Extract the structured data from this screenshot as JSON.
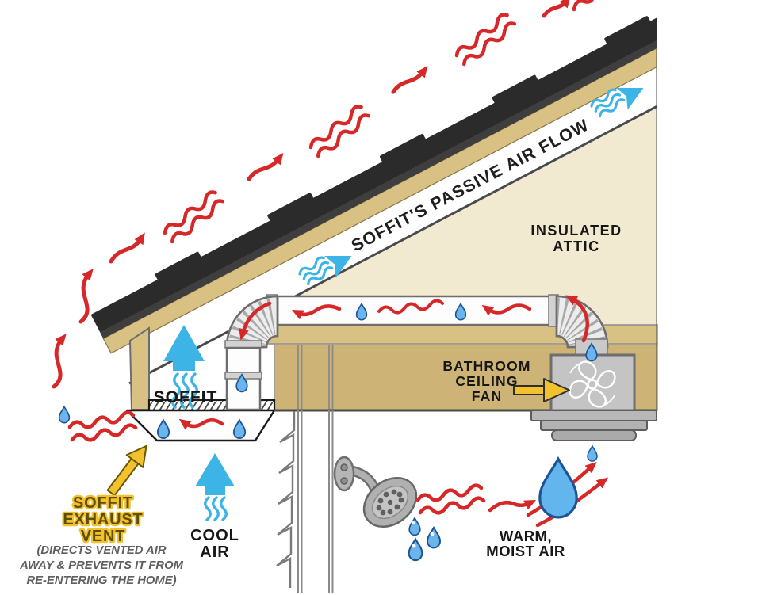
{
  "diagram": {
    "title_along_roof": "SOFFIT'S PASSIVE AIR FLOW",
    "labels": {
      "insulated_attic_1": "INSULATED",
      "insulated_attic_2": "ATTIC",
      "soffit": "SOFFIT",
      "bathroom_fan_1": "BATHROOM",
      "bathroom_fan_2": "CEILING",
      "bathroom_fan_3": "FAN",
      "exhaust_vent_1": "SOFFIT",
      "exhaust_vent_2": "EXHAUST",
      "exhaust_vent_3": "VENT",
      "vent_note_1": "(DIRECTS VENTED AIR",
      "vent_note_2": "AWAY & PREVENTS IT FROM",
      "vent_note_3": "RE-ENTERING THE HOME)",
      "cool_air_1": "COOL",
      "cool_air_2": "AIR",
      "warm_moist_1": "WARM,",
      "warm_moist_2": "MOIST AIR"
    },
    "colors": {
      "heat_arrow_red": "#d62828",
      "air_arrow_blue": "#3cb4e5",
      "droplet_fill": "#6cb5ec",
      "droplet_outline": "#1d5594",
      "attic_fill": "#f2ead0",
      "sheathing_tan": "#d9c083",
      "joist_khaki": "#cdb476",
      "shingle_dark": "#2b2b2b",
      "callout_yellow": "#f2c12e",
      "vent_text_olive": "#5f4e00",
      "caption_gray": "#5f5f5f"
    },
    "icons": [
      "heat-wave-icon",
      "airflow-arrow-icon",
      "water-droplet-icon",
      "fan-icon",
      "shower-head-icon",
      "callout-arrow-icon"
    ]
  }
}
